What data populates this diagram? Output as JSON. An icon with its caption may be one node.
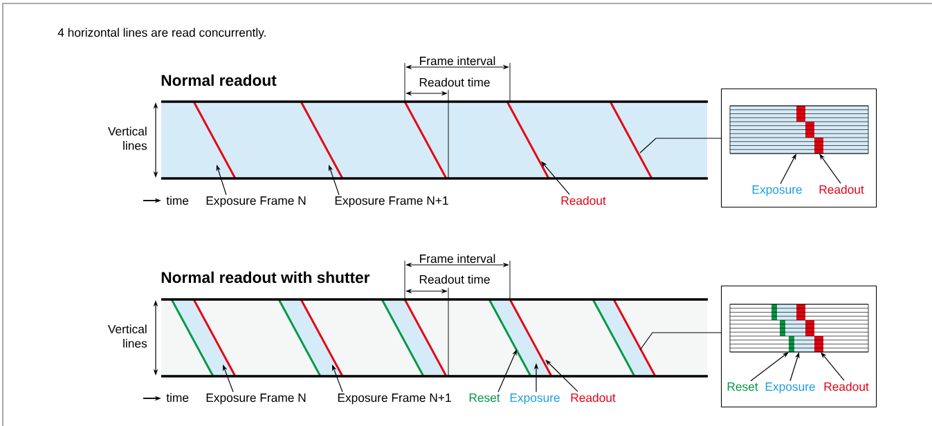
{
  "diagram": {
    "title": "4 horizontal lines are read concurrently.",
    "nodes": [
      {
        "text": [
          "Exposure Frame N"
        ]
      },
      {
        "text": [
          "Exposure Frame N+1"
        ]
      },
      {
        "text": [
          "Readout"
        ]
      },
      {
        "text": [],
        "shape": "box"
      },
      {
        "text": [
          "Exposure"
        ],
        "in": 3
      },
      {
        "text": [
          "Readout"
        ],
        "in": 3
      },
      {
        "text": [
          "Exposure Frame N"
        ]
      },
      {
        "text": [
          "Exposure Frame N+1"
        ]
      },
      {
        "text": [
          "Reset"
        ]
      },
      {
        "text": [
          "Exposure"
        ]
      },
      {
        "text": [
          "Readout"
        ]
      },
      {
        "text": [],
        "shape": "box"
      },
      {
        "text": [
          "Reset"
        ],
        "in": 11
      },
      {
        "text": [
          "Exposure"
        ],
        "in": 11
      },
      {
        "text": [
          "Readout"
        ],
        "in": 11
      }
    ],
    "edges": [
      {
        "from": 0,
        "to": null,
        "arrow": "to"
      },
      {
        "from": 1,
        "to": null,
        "arrow": "to"
      },
      {
        "from": 2,
        "to": null,
        "arrow": "to"
      },
      {
        "from": null,
        "to": 3,
        "arrow": "none"
      },
      {
        "from": 4,
        "to": null,
        "arrow": "to"
      },
      {
        "from": 5,
        "to": null,
        "arrow": "to"
      },
      {
        "from": 6,
        "to": null,
        "arrow": "to"
      },
      {
        "from": 7,
        "to": null,
        "arrow": "to"
      },
      {
        "from": 8,
        "to": null,
        "arrow": "to"
      },
      {
        "from": 9,
        "to": null,
        "arrow": "to"
      },
      {
        "from": 10,
        "to": null,
        "arrow": "to"
      },
      {
        "from": null,
        "to": 11,
        "arrow": "none"
      },
      {
        "from": 12,
        "to": null,
        "arrow": "to"
      },
      {
        "from": 13,
        "to": null,
        "arrow": "to"
      },
      {
        "from": 14,
        "to": null,
        "arrow": "to"
      }
    ],
    "labels": [
      "Frame interval",
      "Normal readout",
      "Readout time",
      "Vertical lines",
      "time",
      "Frame interval",
      "Normal readout with shutter",
      "Readout time",
      "Vertical lines",
      "time"
    ]
  }
}
